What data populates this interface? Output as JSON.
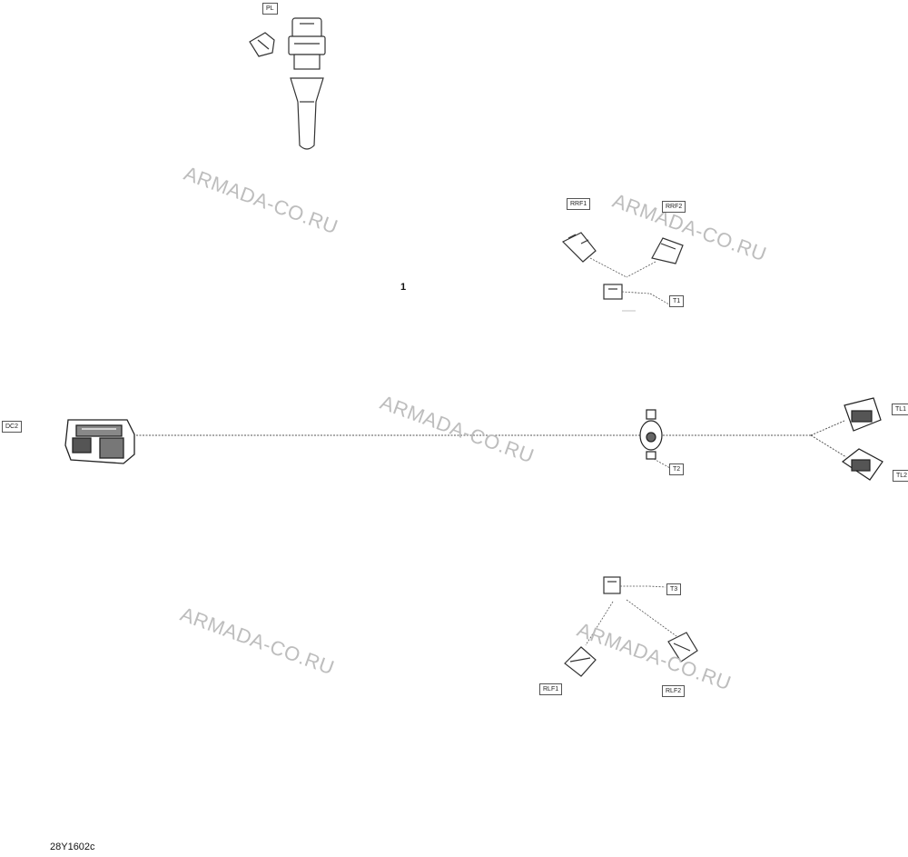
{
  "connector_labels": {
    "pl": "PL",
    "rrf1": "RRF1",
    "rrf2": "RRF2",
    "t1": "T1",
    "dc2": "DC2",
    "t2": "T2",
    "tl1": "TL1",
    "tl2": "TL2",
    "t3": "T3",
    "rlf1": "RLF1",
    "rlf2": "RLF2"
  },
  "callouts": {
    "item_1": "1"
  },
  "reference": "28Y1602c",
  "watermarks": [
    "ARMADA-CO.RU",
    "ARMADA-CO.RU",
    "ARMADA-CO.RU",
    "ARMADA-CO.RU",
    "ARMADA-CO.RU"
  ],
  "colors": {
    "line": "#333333",
    "watermark": "#bdbdbd",
    "background": "#ffffff"
  }
}
